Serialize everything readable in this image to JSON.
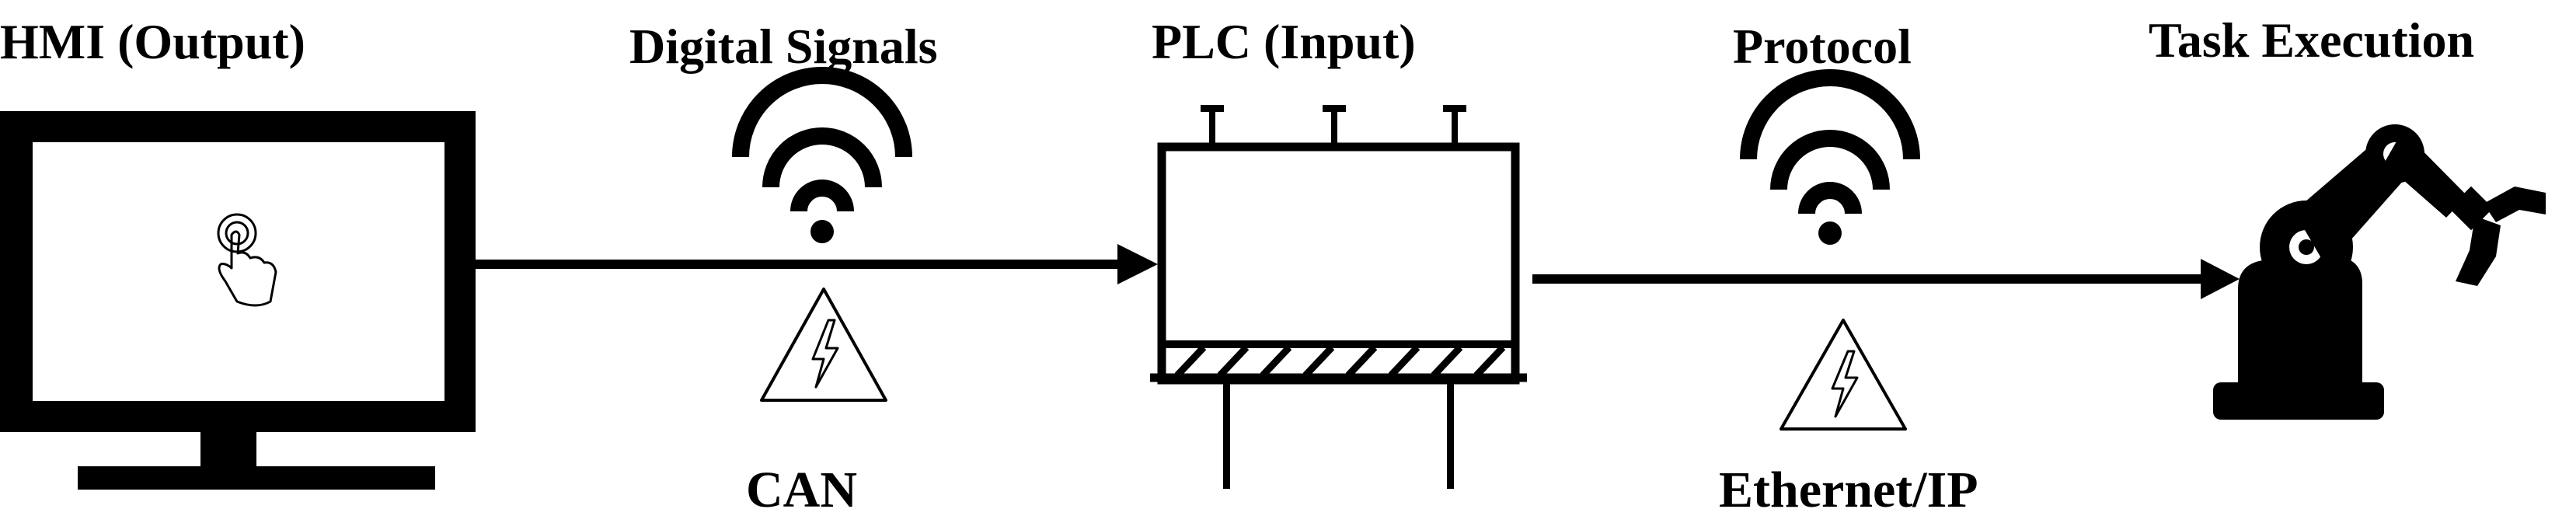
{
  "colors": {
    "ink": "#000000",
    "paper": "#ffffff"
  },
  "labels": {
    "hmi": "HMI (Output)",
    "digital_signals": "Digital Signals",
    "plc": "PLC (Input)",
    "protocol": "Protocol",
    "task_execution": "Task Execution",
    "can": "CAN",
    "ethernet_ip": "Ethernet/IP"
  },
  "icons": {
    "monitor": "monitor-icon",
    "touch": "hand-touch-icon",
    "wifi_1": "wifi-icon",
    "warning_1": "high-voltage-icon",
    "plc": "plc-module-icon",
    "wifi_2": "wifi-icon",
    "warning_2": "high-voltage-icon",
    "robot": "robot-arm-icon"
  }
}
